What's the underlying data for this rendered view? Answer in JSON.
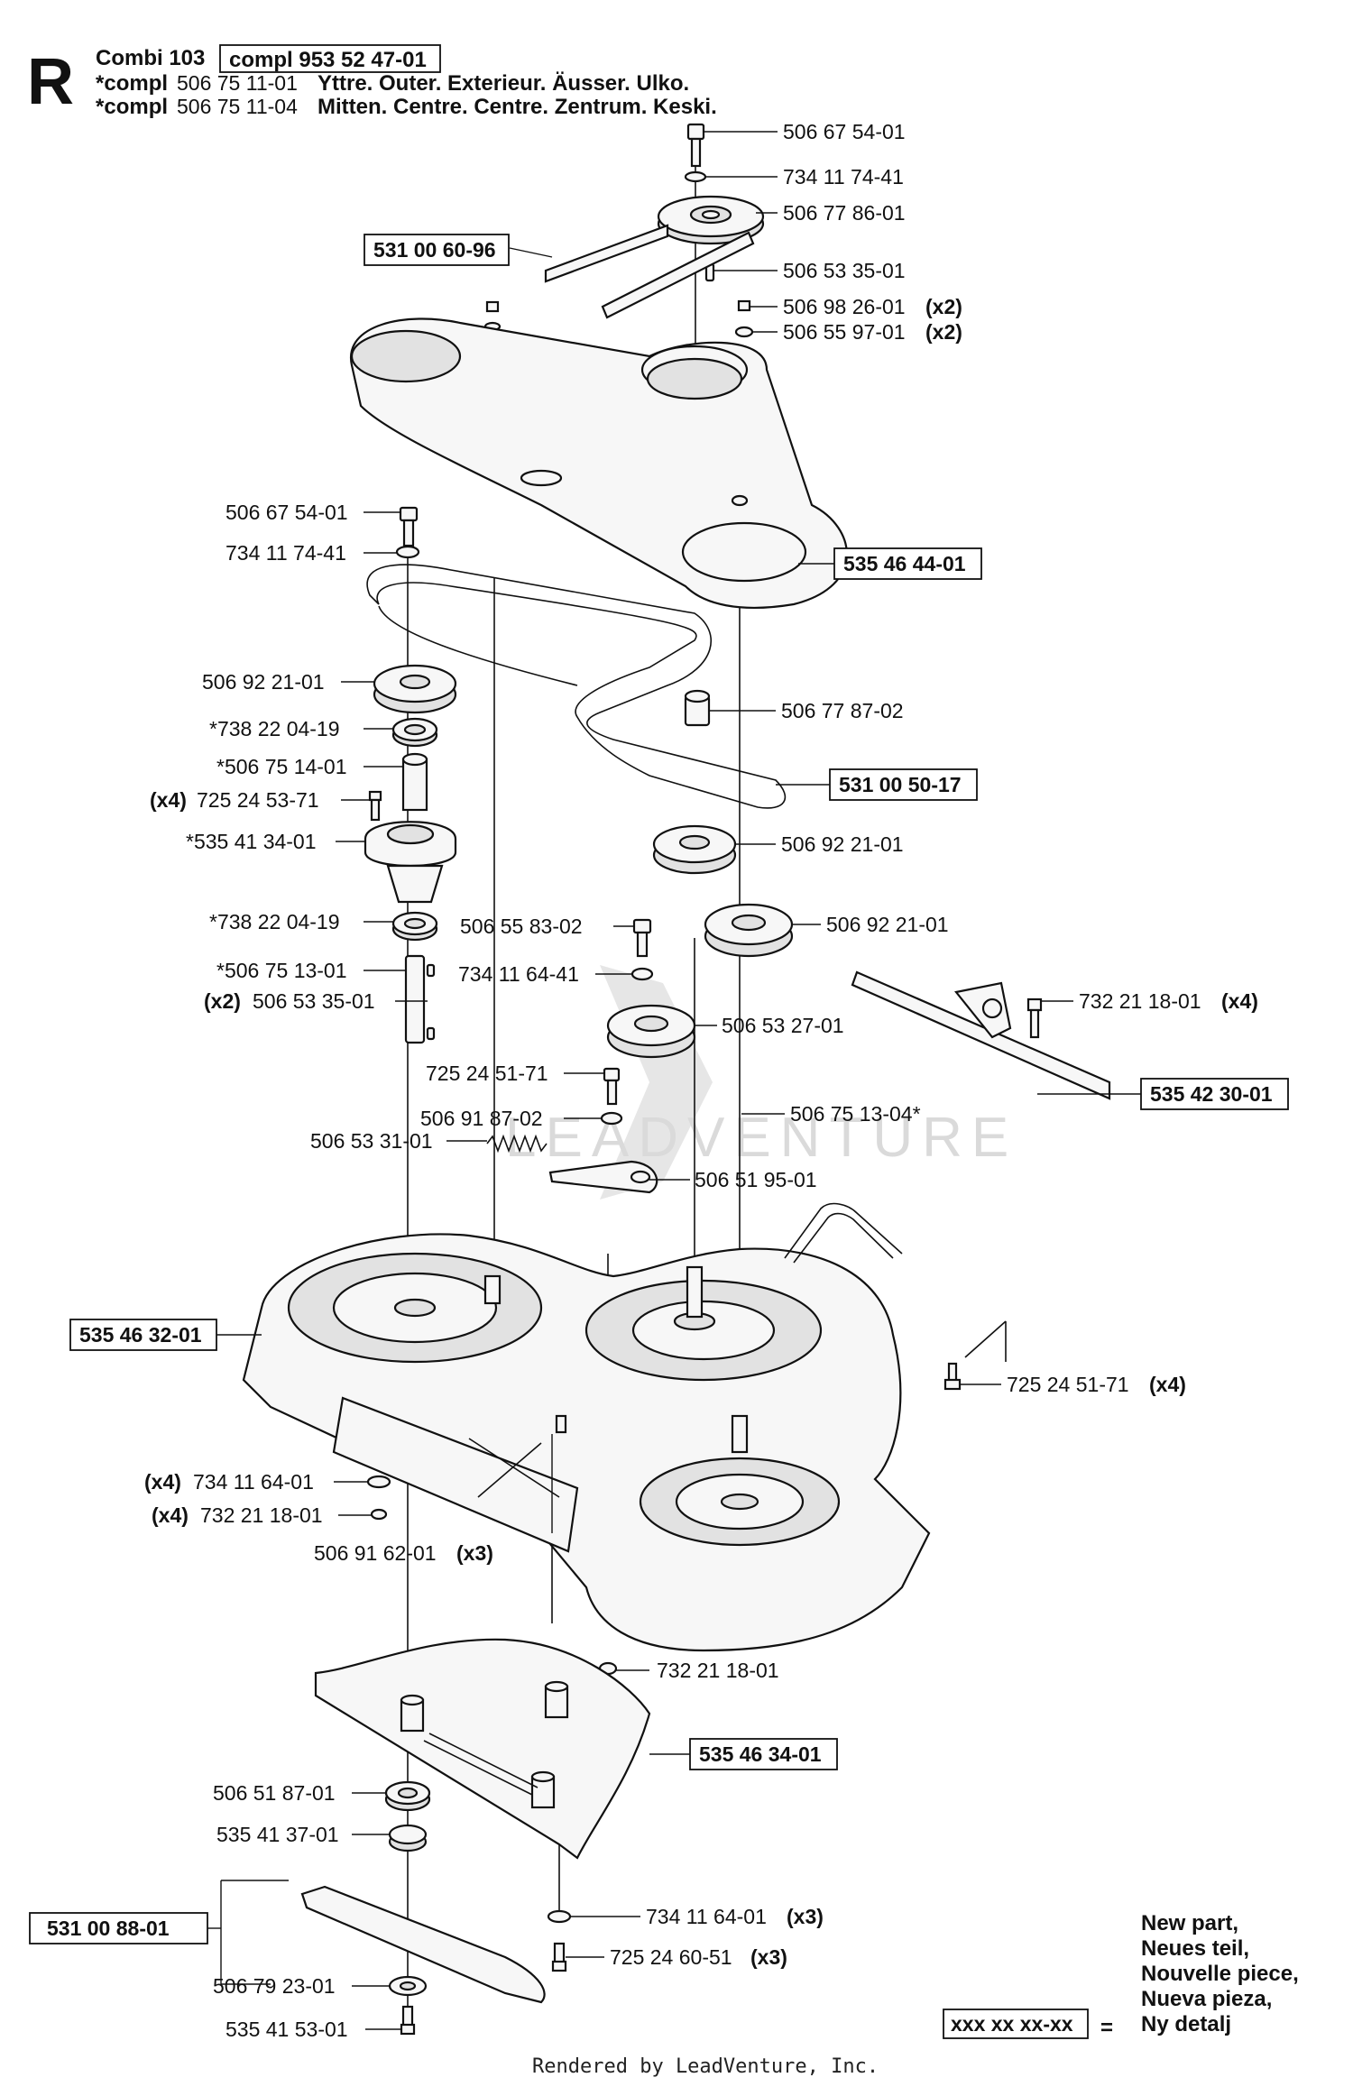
{
  "header": {
    "section_letter": "R",
    "model": "Combi 103",
    "kit_number": "compl 953 52 47-01",
    "line2_prefix": "*compl",
    "line2_part": "506 75 11-01",
    "line2_desc": "Yttre. Outer. Exterieur. Äusser. Ulko.",
    "line3_prefix": "*compl",
    "line3_part": "506 75 11-04",
    "line3_desc": "Mitten. Centre. Centre. Zentrum. Keski."
  },
  "callouts": [
    {
      "part": "506 67 54-01",
      "qty": ""
    },
    {
      "part": "734 11 74-41",
      "qty": ""
    },
    {
      "part": "506 77 86-01",
      "qty": ""
    },
    {
      "part": "506 53 35-01",
      "qty": ""
    },
    {
      "part": "506 98 26-01",
      "qty": "(x2)"
    },
    {
      "part": "506 55 97-01",
      "qty": "(x2)"
    },
    {
      "part": "506 67 54-01",
      "qty": ""
    },
    {
      "part": "734 11 74-41",
      "qty": ""
    },
    {
      "part": "506 92 21-01",
      "qty": ""
    },
    {
      "part": "*738 22 04-19",
      "qty": ""
    },
    {
      "part": "*506 75 14-01",
      "qty": ""
    },
    {
      "part": "725 24 53-71",
      "qty": "(x4)"
    },
    {
      "part": "*535 41 34-01",
      "qty": ""
    },
    {
      "part": "*738 22 04-19",
      "qty": ""
    },
    {
      "part": "*506 75 13-01",
      "qty": ""
    },
    {
      "part": "506 53 35-01",
      "qty": "(x2)"
    },
    {
      "part": "506 77 87-02",
      "qty": ""
    },
    {
      "part": "506 92 21-01",
      "qty": ""
    },
    {
      "part": "506 92 21-01",
      "qty": ""
    },
    {
      "part": "506 55 83-02",
      "qty": ""
    },
    {
      "part": "734 11 64-41",
      "qty": ""
    },
    {
      "part": "506 53 27-01",
      "qty": ""
    },
    {
      "part": "725 24 51-71",
      "qty": ""
    },
    {
      "part": "506 91 87-02",
      "qty": ""
    },
    {
      "part": "506 53 31-01",
      "qty": ""
    },
    {
      "part": "506 75 13-04*",
      "qty": ""
    },
    {
      "part": "506 51 95-01",
      "qty": ""
    },
    {
      "part": "732 21 18-01",
      "qty": "(x4)"
    },
    {
      "part": "725 24 51-71",
      "qty": "(x4)"
    },
    {
      "part": "734 11 64-01",
      "qty": "(x4)"
    },
    {
      "part": "732 21 18-01",
      "qty": "(x4)"
    },
    {
      "part": "506 91 62-01",
      "qty": "(x3)"
    },
    {
      "part": "732 21 18-01",
      "qty": ""
    },
    {
      "part": "506 51 87-01",
      "qty": ""
    },
    {
      "part": "535 41 37-01",
      "qty": ""
    },
    {
      "part": "734 11 64-01",
      "qty": "(x3)"
    },
    {
      "part": "725 24 60-51",
      "qty": "(x3)"
    },
    {
      "part": "506 79 23-01",
      "qty": ""
    },
    {
      "part": "535 41 53-01",
      "qty": ""
    }
  ],
  "boxed": [
    "531 00 60-96",
    "535 46 44-01",
    "531 00 50-17",
    "535 42 30-01",
    "535 46 32-01",
    "535 46 34-01",
    "531 00 88-01"
  ],
  "legend": {
    "lines": [
      "New part,",
      "Neues teil,",
      "Nouvelle piece,",
      "Nueva pieza,",
      "Ny detalj"
    ],
    "key": "xxx xx xx-xx",
    "equals": "="
  },
  "watermark": "LEADVENTURE",
  "footer": "Rendered by LeadVenture, Inc."
}
